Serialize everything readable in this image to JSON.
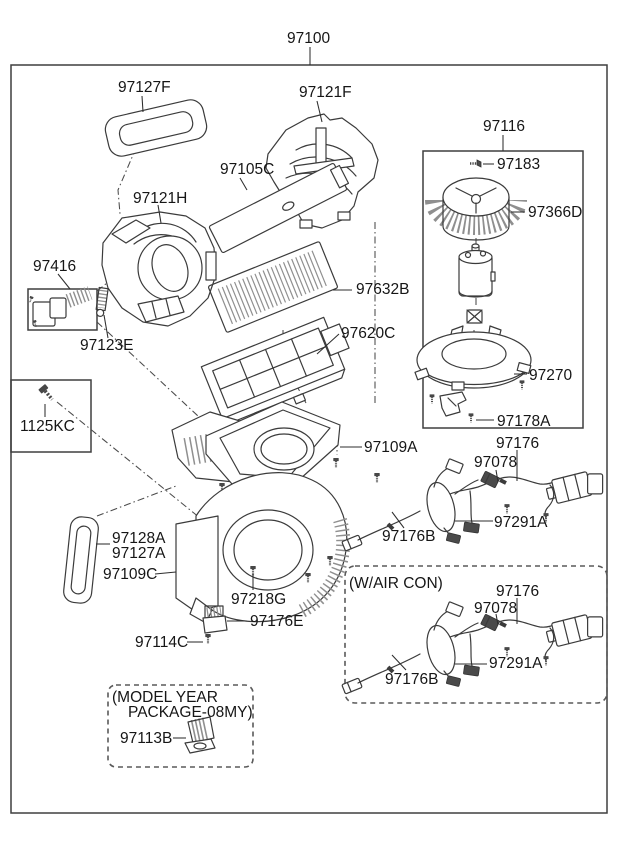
{
  "labels": {
    "main_assembly": "97100",
    "seal_upper": "97127F",
    "inlet_duct": "97121F",
    "blower_case_upper": "97121H",
    "cover_panel": "97105C",
    "intake_actuator": "97416",
    "actuator_cam": "97123E",
    "air_filter": "97632B",
    "filter_cover": "97620C",
    "bolt_small": "1125KC",
    "blower_unit": "97116",
    "motor_screw": "97183",
    "blower_wheel": "97366D",
    "motor_cover": "97270",
    "motor_bracket": "97178A",
    "case_center": "97109A",
    "harness1_main": "97176",
    "harness1_sub": "97078",
    "harness1_clip": "97291A",
    "harness1_ext": "97176B",
    "seal_lower_1": "97128A",
    "seal_lower_2": "97127A",
    "blower_case_lower": "97109C",
    "case_screw": "97218G",
    "relay": "97176E",
    "relay_screw": "97114C",
    "aircon_caption": "(W/AIR CON)",
    "harness2_main": "97176",
    "harness2_sub": "97078",
    "harness2_clip": "97291A",
    "harness2_ext": "97176B",
    "model_year_line1": "(MODEL YEAR",
    "model_year_line2": "PACKAGE-08MY)",
    "resistor": "97113B"
  }
}
